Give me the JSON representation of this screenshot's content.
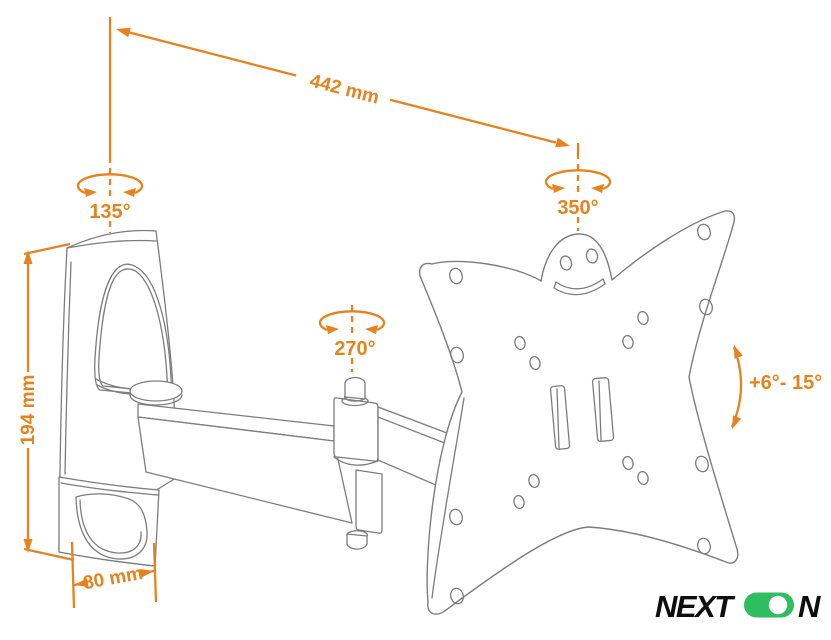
{
  "diagram": {
    "title": "tv-wall-mount-articulating-arm-technical-drawing",
    "annotation_color": "#E8821E",
    "line_color": "#7d7d7d",
    "dimensions": {
      "arm_reach": "442 mm",
      "bracket_height": "194 mm",
      "bracket_depth": "80 mm"
    },
    "angles": {
      "wall_swivel": "135°",
      "plate_swivel": "350°",
      "elbow_swivel": "270°",
      "tilt_range": "+6°- 15°"
    }
  },
  "logo": {
    "brand_prefix": "NEXT",
    "brand_suffix": "N",
    "toggle_color": "#2FBE5F",
    "text_color": "#0e0e0e"
  }
}
